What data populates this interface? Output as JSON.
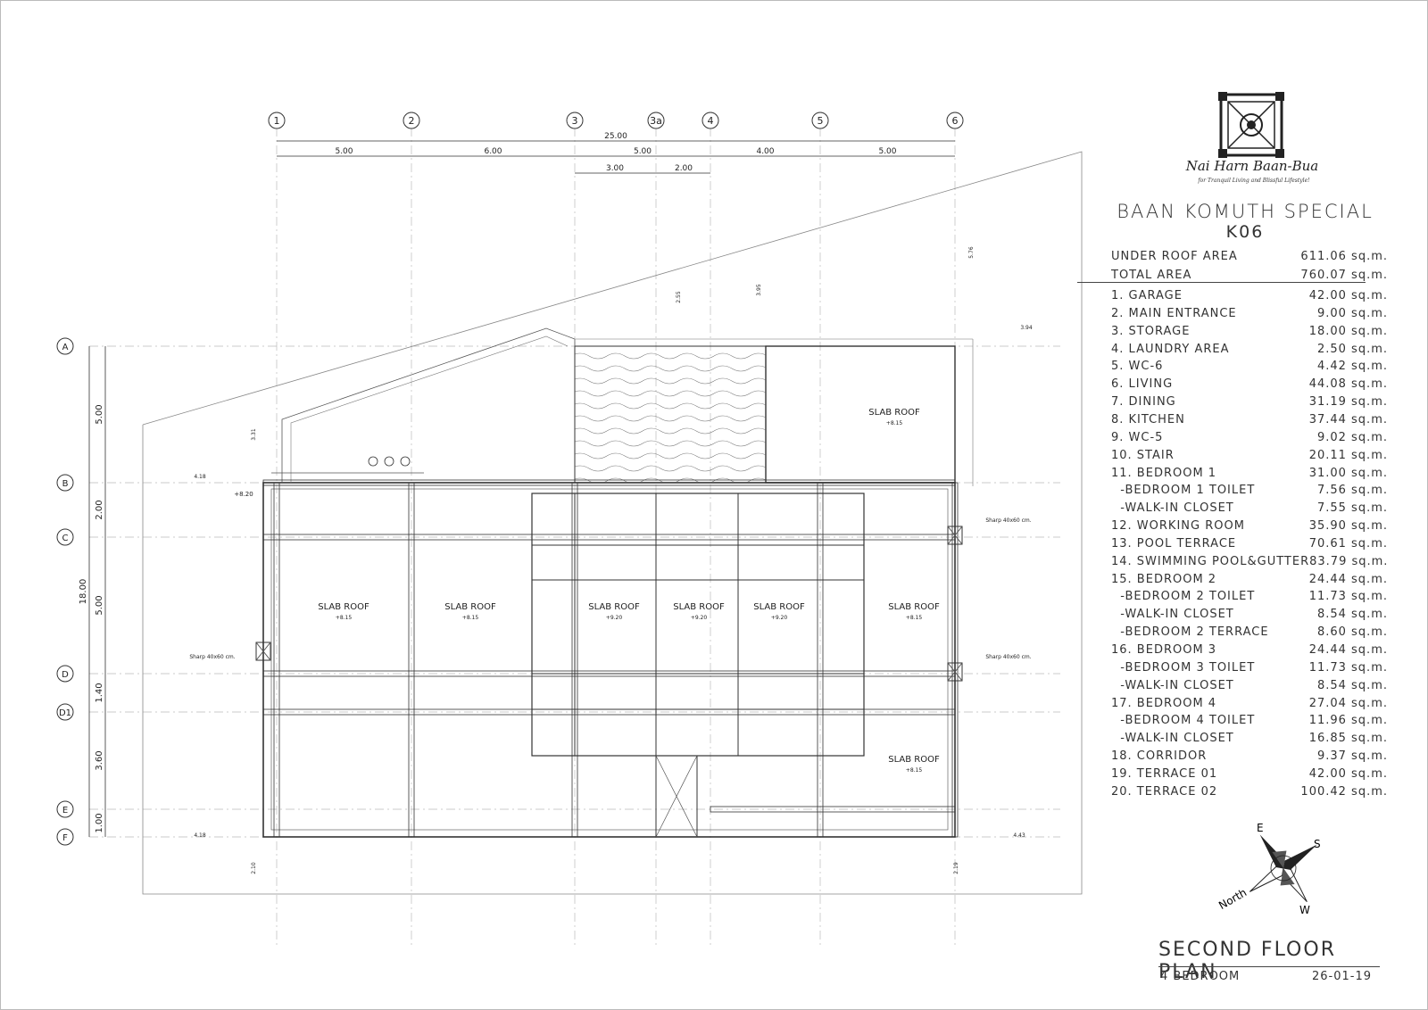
{
  "grid": {
    "columns": [
      "1",
      "2",
      "3",
      "3a",
      "4",
      "5",
      "6"
    ],
    "rows": [
      "A",
      "B",
      "C",
      "D",
      "D1",
      "E",
      "F"
    ],
    "overall_width": "25.00",
    "top_dims": [
      "5.00",
      "6.00",
      "5.00",
      "4.00",
      "5.00"
    ],
    "sub_dims": [
      "3.00",
      "2.00"
    ],
    "overall_height": "18.00",
    "left_dims": [
      "5.00",
      "2.00",
      "5.00",
      "1.40",
      "3.60",
      "1.00"
    ],
    "misc_dims": [
      "2.55",
      "3.95",
      "5.76",
      "3.94",
      "3.31",
      "4.18",
      "4.18",
      "4.43",
      "2.10",
      "2.19"
    ]
  },
  "plan_labels": {
    "slab_roof": "SLAB ROOF",
    "level_815": "+8.15",
    "level_920": "+9.20",
    "level_820": "+8.20",
    "sharp": "Sharp 40x60 cm."
  },
  "brand": {
    "name": "Nai Harn Baan-Bua",
    "tagline": "for Tranquil Living and Blissful Lifestyle!"
  },
  "project": {
    "name": "BAAN KOMUTH SPECIAL",
    "code": "K06"
  },
  "areas_summary": [
    {
      "label": "UNDER ROOF AREA",
      "value": "611.06 sq.m."
    },
    {
      "label": "TOTAL AREA",
      "value": "760.07 sq.m."
    }
  ],
  "rooms": [
    {
      "label": "1. GARAGE",
      "value": "42.00 sq.m."
    },
    {
      "label": "2. MAIN ENTRANCE",
      "value": "9.00 sq.m."
    },
    {
      "label": "3. STORAGE",
      "value": "18.00 sq.m."
    },
    {
      "label": "4. LAUNDRY AREA",
      "value": "2.50 sq.m."
    },
    {
      "label": "5. WC-6",
      "value": "4.42 sq.m."
    },
    {
      "label": "6. LIVING",
      "value": "44.08 sq.m."
    },
    {
      "label": "7. DINING",
      "value": "31.19 sq.m."
    },
    {
      "label": "8. KITCHEN",
      "value": "37.44 sq.m."
    },
    {
      "label": "9. WC-5",
      "value": "9.02 sq.m."
    },
    {
      "label": "10. STAIR",
      "value": "20.11 sq.m."
    },
    {
      "label": "11. BEDROOM 1",
      "value": "31.00 sq.m."
    },
    {
      "label": " -BEDROOM 1 TOILET",
      "value": "7.56 sq.m."
    },
    {
      "label": " -WALK-IN CLOSET",
      "value": "7.55 sq.m."
    },
    {
      "label": "12. WORKING ROOM",
      "value": "35.90 sq.m."
    },
    {
      "label": "13. POOL TERRACE",
      "value": "70.61 sq.m."
    },
    {
      "label": "14. SWIMMING POOL&GUTTER",
      "value": "83.79 sq.m."
    },
    {
      "label": "15. BEDROOM 2",
      "value": "24.44 sq.m."
    },
    {
      "label": " -BEDROOM 2 TOILET",
      "value": "11.73 sq.m."
    },
    {
      "label": " -WALK-IN CLOSET",
      "value": "8.54 sq.m."
    },
    {
      "label": " -BEDROOM 2 TERRACE",
      "value": "8.60 sq.m."
    },
    {
      "label": "16. BEDROOM 3",
      "value": "24.44 sq.m."
    },
    {
      "label": " -BEDROOM 3 TOILET",
      "value": "11.73 sq.m."
    },
    {
      "label": " -WALK-IN CLOSET",
      "value": "8.54 sq.m."
    },
    {
      "label": "17. BEDROOM 4",
      "value": "27.04 sq.m."
    },
    {
      "label": " -BEDROOM 4 TOILET",
      "value": "11.96 sq.m."
    },
    {
      "label": " -WALK-IN CLOSET",
      "value": "16.85 sq.m."
    },
    {
      "label": "18. CORRIDOR",
      "value": "9.37 sq.m."
    },
    {
      "label": "19. TERRACE 01",
      "value": "42.00 sq.m."
    },
    {
      "label": "20. TERRACE 02",
      "value": "100.42 sq.m."
    }
  ],
  "compass": {
    "north": "North",
    "east": "E",
    "south": "S",
    "west": "W"
  },
  "footer": {
    "title": "SECOND FLOOR PLAN",
    "subtitle": "4 BEDROOM",
    "date": "26-01-19"
  }
}
